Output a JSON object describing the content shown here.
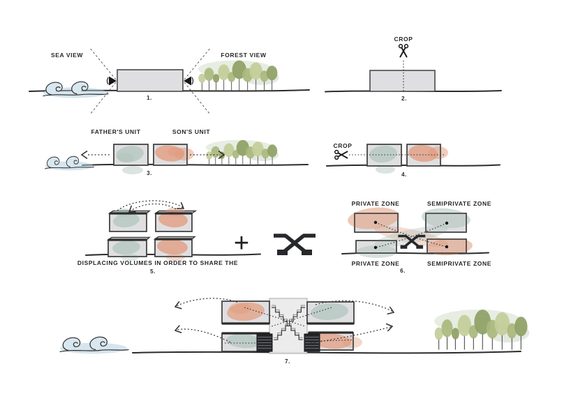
{
  "steps": {
    "s1": {
      "number": "1.",
      "sea": "SEA VIEW",
      "forest": "FOREST VIEW"
    },
    "s2": {
      "number": "2.",
      "crop": "CROP"
    },
    "s3": {
      "number": "3.",
      "father": "FATHER'S UNIT",
      "son": "SON'S UNIT"
    },
    "s4": {
      "number": "4.",
      "crop": "CROP"
    },
    "s5": {
      "number": "5.",
      "caption": "DISPLACING VOLUMES IN ORDER TO SHARE THE"
    },
    "s6": {
      "number": "6.",
      "private_top": "PRIVATE ZONE",
      "semiprivate_top": "SEMIPRIVATE ZONE",
      "private_bottom": "PRIVATE ZONE",
      "semiprivate_bottom": "SEMIPRIVATE ZONE"
    },
    "s7": {
      "number": "7."
    }
  },
  "operator_plus": "+",
  "colors": {
    "ink": "#272727",
    "volume_fill": "#dfdfe1",
    "volume_border": "#3f3f3f",
    "teal_wash": "#afc3bc",
    "orange_wash": "#e29a7c",
    "sea_blue": "#aecbdc",
    "tree_green": "#aab87d",
    "icon_dark": "#26282b"
  }
}
